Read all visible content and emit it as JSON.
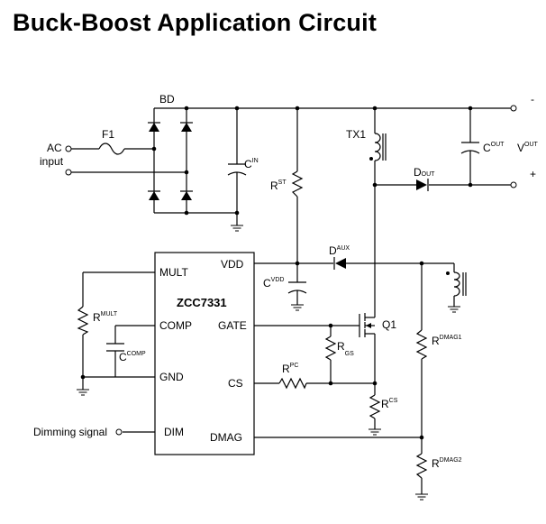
{
  "title": "Buck-Boost Application Circuit",
  "labels": {
    "bd": "BD",
    "f1": "F1",
    "ac": "AC",
    "input": "input",
    "tx1": "TX1",
    "q1": "Q1",
    "minus": "-",
    "plus": "+",
    "dimming": "Dimming signal",
    "c_in": {
      "main": "C",
      "sub": "IN"
    },
    "r_st": {
      "main": "R",
      "sub": "ST"
    },
    "c_out": {
      "main": "C",
      "sub": "OUT"
    },
    "v_out": {
      "main": "V",
      "sub": "OUT"
    },
    "d_out": {
      "main": "D",
      "sub": "OUT"
    },
    "d_aux": {
      "main": "D",
      "sub": "AUX"
    },
    "c_vdd": {
      "main": "C",
      "sub": "VDD"
    },
    "r_mult": {
      "main": "R",
      "sub": "MULT"
    },
    "c_comp": {
      "main": "C",
      "sub": "COMP"
    },
    "r_pc": {
      "main": "R",
      "sub": "PC"
    },
    "r_gs": {
      "main": "R",
      "sub": "GS"
    },
    "r_cs": {
      "main": "R",
      "sub": "CS"
    },
    "r_dmag1": {
      "main": "R",
      "sub": "DMAG1"
    },
    "r_dmag2": {
      "main": "R",
      "sub": "DMAG2"
    }
  },
  "chip": {
    "name": "ZCC7331",
    "pins": {
      "mult": "MULT",
      "comp": "COMP",
      "gnd": "GND",
      "dim": "DIM",
      "vdd": "VDD",
      "gate": "GATE",
      "cs": "CS",
      "dmag": "DMAG"
    }
  }
}
